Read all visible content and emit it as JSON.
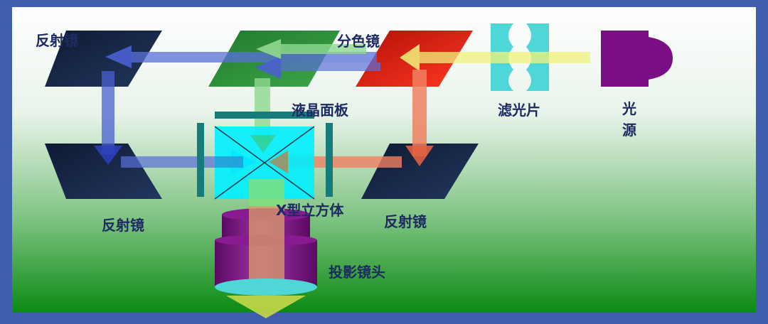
{
  "labels": {
    "mirror_top_left": "反射镜",
    "dichroic": "分色镜",
    "lcd_panel": "液晶面板",
    "filter": "滤光片",
    "light_source": "光源",
    "x_cube": "X型立方体",
    "mirror_bottom_left": "反射镜",
    "mirror_bottom_right": "反射镜",
    "projection_lens": "投影镜头"
  },
  "colors": {
    "frame": "#3f5fae",
    "panel_top": "#ffffff",
    "panel_bottom": "#0b8a13",
    "mirror_dark": "#16233f",
    "mirror_green": "#2e8f3a",
    "mirror_red": "#e01a10",
    "filter": "#4fd6d6",
    "source": "#7a0e84",
    "cube": "#00f0ff",
    "cube_plate": "#167b7b",
    "lens": "#7a0e84",
    "beam_yellow": "#f2f27a",
    "beam_blue": "#5a6fd8",
    "beam_green": "#8fd88f",
    "beam_red": "#f08060",
    "text": "#1e2b62"
  }
}
